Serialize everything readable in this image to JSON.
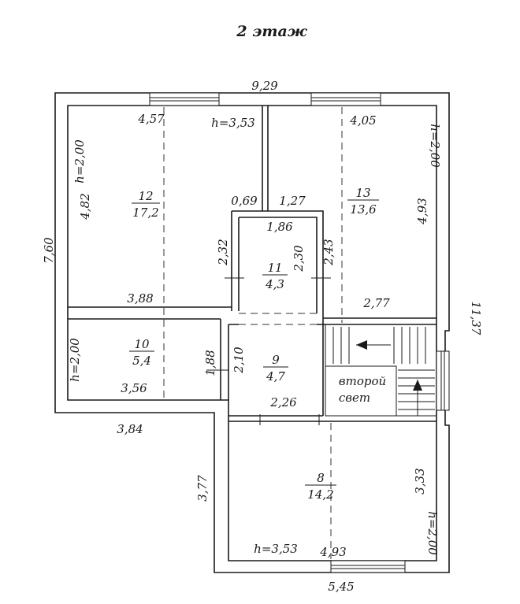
{
  "title": "2 этаж",
  "rooms": [
    {
      "id": "12",
      "number": "12",
      "area": "17,2"
    },
    {
      "id": "13",
      "number": "13",
      "area": "13,6"
    },
    {
      "id": "11",
      "number": "11",
      "area": "4,3"
    },
    {
      "id": "10",
      "number": "10",
      "area": "5,4"
    },
    {
      "id": "9",
      "number": "9",
      "area": "4,7"
    },
    {
      "id": "8",
      "number": "8",
      "area": "14,2"
    }
  ],
  "second_light": [
    "второй",
    "свет"
  ],
  "heights": {
    "room12_side": "h=2,00",
    "room12_center": "h=3,53",
    "room13_side": "h=2,00",
    "room10_side": "h=2,00",
    "room8_center": "h=3,53",
    "room8_side": "h=2,00"
  },
  "dims": {
    "top": "9,29",
    "r12_top": "4,57",
    "r13_top": "4,05",
    "r12_left": "4,82",
    "overall_left": "7,60",
    "gap_069": "0,69",
    "gap_127": "1,27",
    "r11_top": "1,86",
    "r13_right": "4,93",
    "r11_left": "2,32",
    "r11_inner": "2,30",
    "r11_right": "2,43",
    "r12_bottom": "3,88",
    "r13_bottom": "2,77",
    "overall_right": "11,37",
    "r10_188": "1,88",
    "r9_210": "2,10",
    "r10_bottom": "3,56",
    "r9_bottom": "2,26",
    "left_384": "3,84",
    "r8_left": "3,77",
    "r8_right": "3,33",
    "r8_inner_bottom": "4,93",
    "bottom": "5,45"
  }
}
